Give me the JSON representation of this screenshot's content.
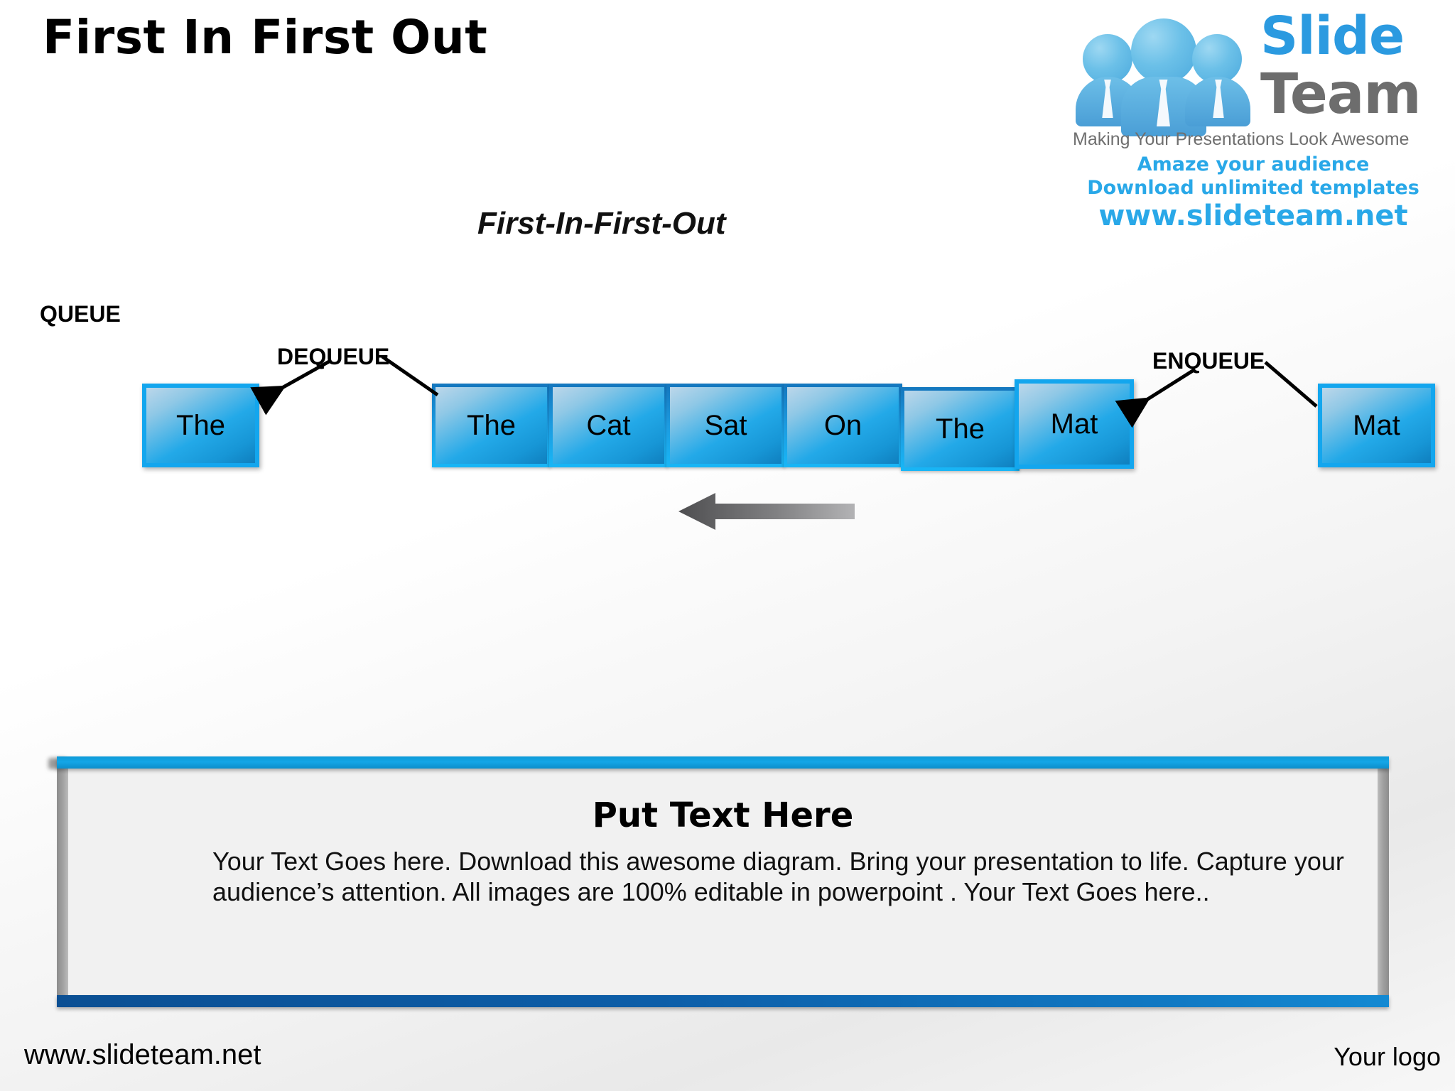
{
  "header": {
    "title": "First In First Out",
    "subtitle": "First-In-First-Out"
  },
  "logo": {
    "brand_primary": "Slide",
    "brand_secondary": "Team",
    "tagline": "Making Your Presentations Look Awesome",
    "promo_line1": "Amaze your audience",
    "promo_line2": "Download unlimited templates",
    "url": "www.slideteam.net",
    "accent_color": "#29a8e8",
    "secondary_color": "#6d6d6d"
  },
  "diagram": {
    "queue_label": "QUEUE",
    "dequeue_label": "DEQUEUE",
    "enqueue_label": "ENQUEUE",
    "dequeued_item": "The",
    "enqueue_item": "Mat",
    "queue_items": [
      "The",
      "Cat",
      "Sat",
      "On",
      "The",
      "Mat"
    ],
    "box_fill_light": "#bcd7ea",
    "box_fill_dark": "#0f7fbe",
    "box_border": "#13a6ee",
    "flow_arrow_direction": "left",
    "flow_arrow_color_dark": "#59595b",
    "flow_arrow_color_light": "#a6a6a6"
  },
  "panel": {
    "heading": "Put Text Here",
    "paragraph": "Your Text Goes here. Download this awesome diagram. Bring your presentation to life. Capture your audience’s attention. All images are 100% editable in powerpoint . Your Text Goes here..",
    "top_bar_color": "#14a6e6",
    "bottom_bar_color": "#0d5ea8",
    "side_bar_color": "#a4a4a4"
  },
  "footer": {
    "website": "www.slideteam.net",
    "logo_placeholder": "Your logo"
  }
}
